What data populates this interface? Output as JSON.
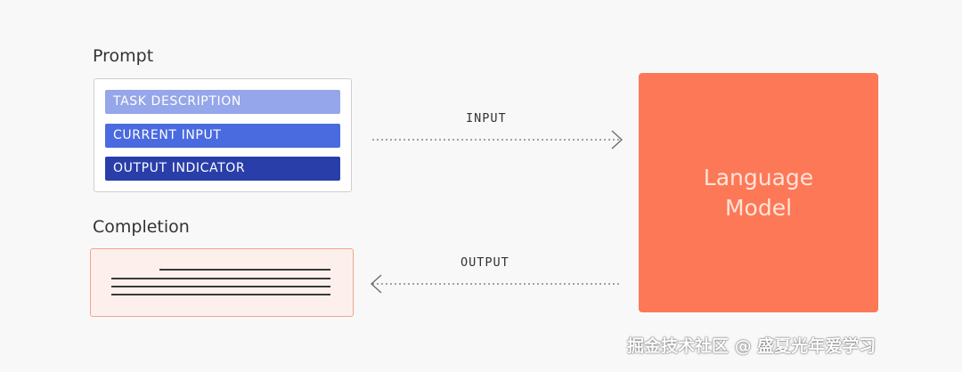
{
  "prompt": {
    "title": "Prompt",
    "items": [
      {
        "label": "TASK DESCRIPTION",
        "color": "#95a6ea"
      },
      {
        "label": "CURRENT INPUT",
        "color": "#4a6ae0"
      },
      {
        "label": "OUTPUT INDICATOR",
        "color": "#2a3ea9"
      }
    ]
  },
  "completion": {
    "title": "Completion"
  },
  "arrows": {
    "input_label": "INPUT",
    "output_label": "OUTPUT"
  },
  "model": {
    "line1": "Language",
    "line2": "Model",
    "color": "#fd7856"
  },
  "watermark": "掘金技术社区 @ 盛夏光年爱学习"
}
